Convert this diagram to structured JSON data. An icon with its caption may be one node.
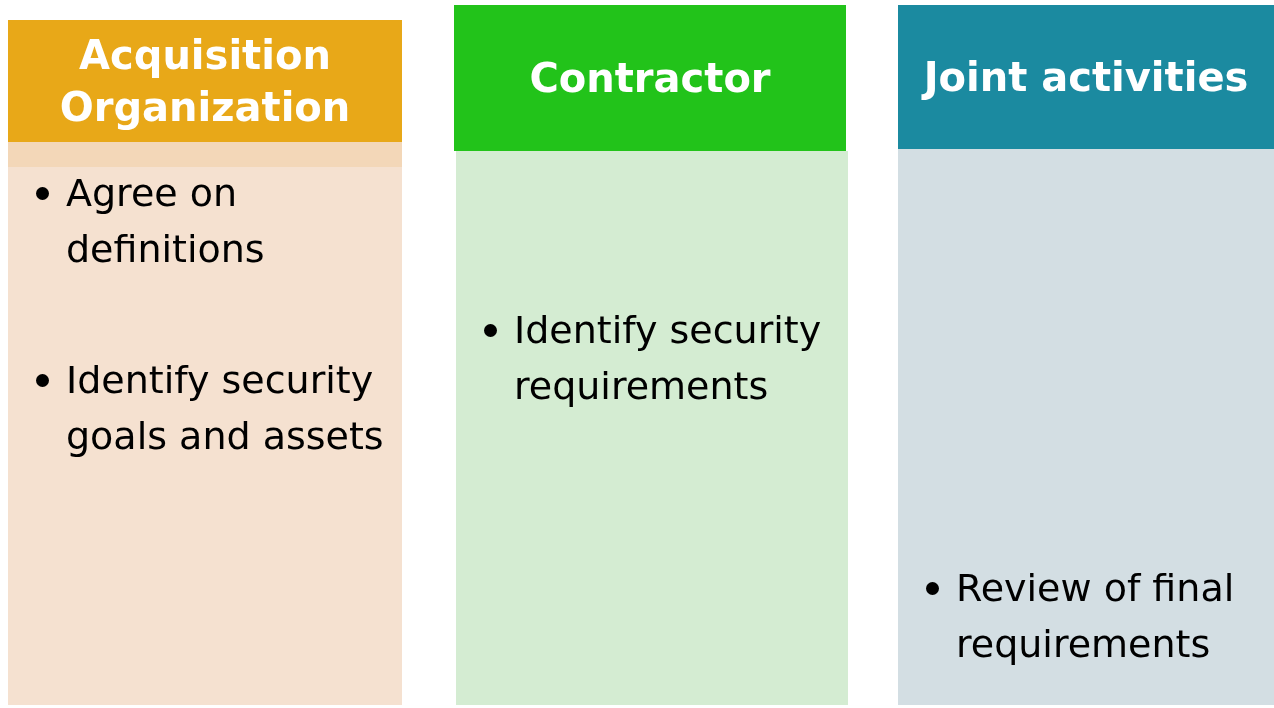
{
  "diagram": {
    "nodes": [
      {
        "text": [
          "Acquisition Organization"
        ]
      },
      {
        "text": [
          "Agree on definitions",
          "Identify security goals and assets"
        ]
      },
      {
        "text": [
          "Contractor"
        ]
      },
      {
        "text": [
          "Identify security requirements"
        ]
      },
      {
        "text": [
          "Joint activities"
        ]
      },
      {
        "text": [
          "Review of final requirements"
        ]
      }
    ]
  }
}
